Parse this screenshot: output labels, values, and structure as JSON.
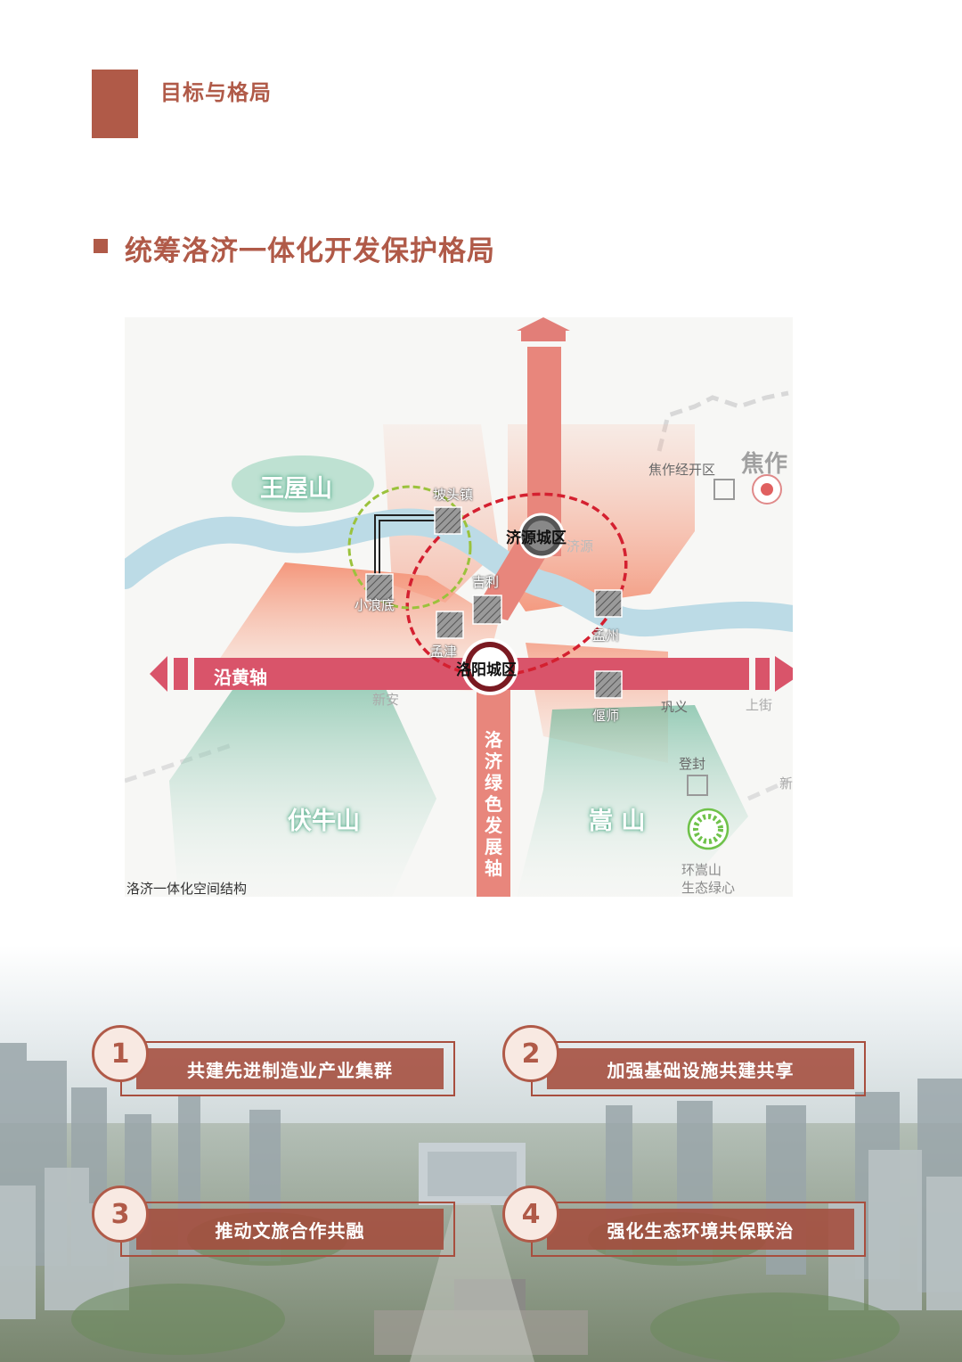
{
  "header": {
    "title": "目标与格局"
  },
  "section": {
    "title": "统筹洛济一体化开发保护格局"
  },
  "map": {
    "caption": "洛济一体化空间结构",
    "mountains": {
      "wangwu": "王屋山",
      "funiu": "伏牛山",
      "song": "嵩 山"
    },
    "axes": {
      "yellow_river": "沿黄轴",
      "green": "洛济绿色发展轴"
    },
    "cores": {
      "jiyuan": "济源城区",
      "luoyang": "洛阳城区"
    },
    "towns": {
      "potou": "坡头镇",
      "xiaolangdi": "小浪底",
      "jili": "吉利",
      "mengjin": "孟津",
      "mengzhou": "孟州",
      "yanshi": "偃师"
    },
    "places": {
      "jiaozuo": "焦作",
      "jiaozuo_dev": "焦作经开区",
      "jiyuan_grey": "济源",
      "xinan": "新安",
      "gongyi": "巩义",
      "dengfeng": "登封",
      "shangjie": "上街",
      "xin": "新"
    },
    "eco": {
      "line1": "环嵩山",
      "line2": "生态绿心"
    },
    "colors": {
      "axis": "#d9546a",
      "corridor": "#f08070",
      "green": "#5fb292",
      "ring": "#d42030"
    }
  },
  "goals": [
    {
      "num": "1",
      "label": "共建先进制造业产业集群"
    },
    {
      "num": "2",
      "label": "加强基础设施共建共享"
    },
    {
      "num": "3",
      "label": "推动文旅合作共融"
    },
    {
      "num": "4",
      "label": "强化生态环境共保联治"
    }
  ],
  "theme": {
    "accent": "#b05a48"
  }
}
